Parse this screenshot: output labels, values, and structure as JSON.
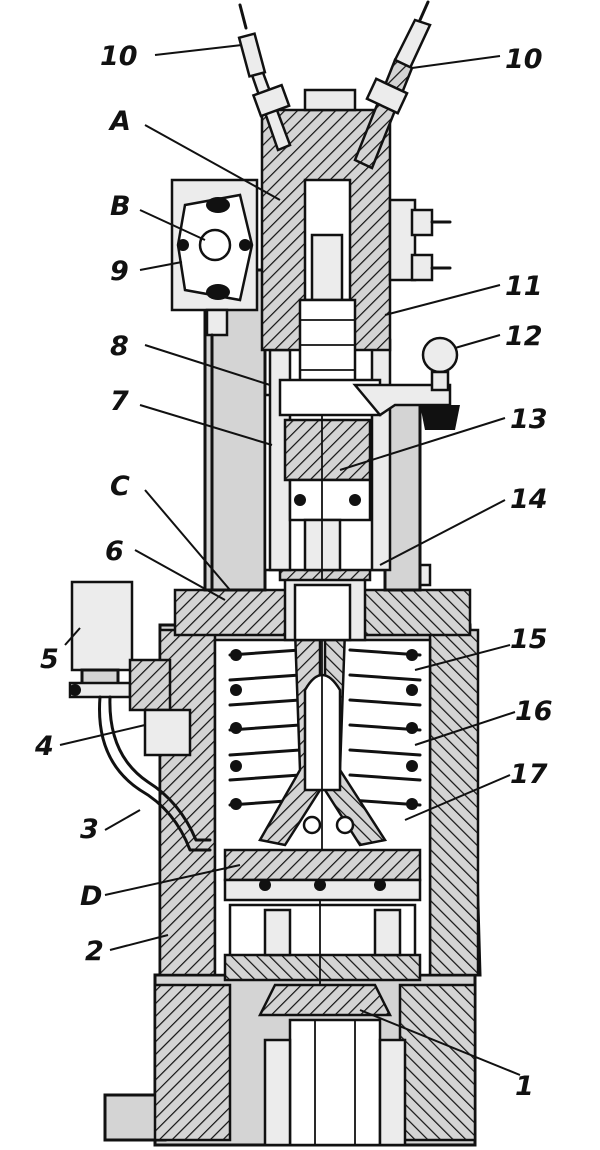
{
  "diagram": {
    "colors": {
      "ink": "#111111",
      "body": "#d4d4d4",
      "paper": "#ffffff"
    },
    "labels": {
      "l1": "1",
      "l2": "2",
      "l3": "3",
      "l4": "4",
      "l5": "5",
      "l6": "6",
      "l7": "7",
      "l8": "8",
      "l9": "9",
      "l10a": "10",
      "l10b": "10",
      "l11": "11",
      "l12": "12",
      "l13": "13",
      "l14": "14",
      "l15": "15",
      "l16": "16",
      "l17": "17",
      "lA": "A",
      "lB": "B",
      "lC": "C",
      "lD": "D"
    }
  }
}
